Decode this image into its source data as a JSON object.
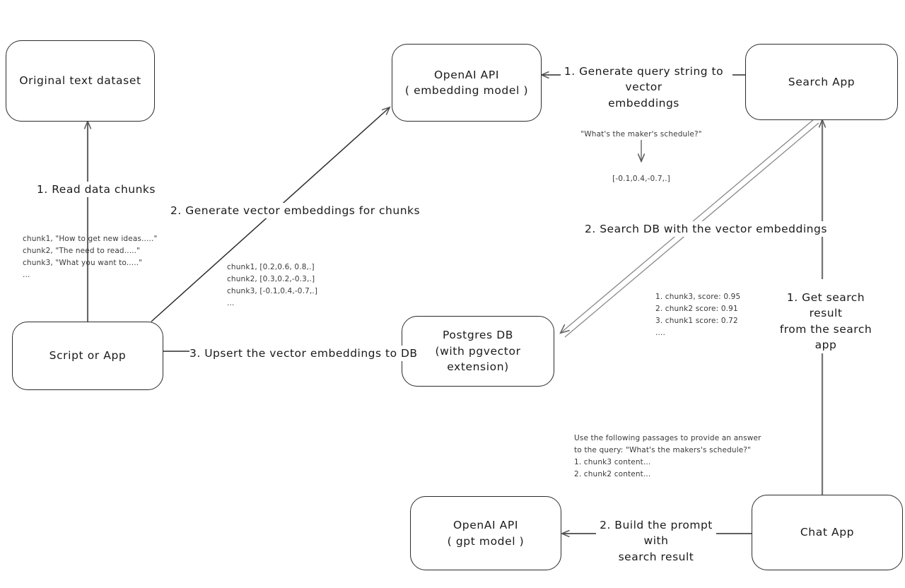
{
  "diagram": {
    "title": "Vector search / RAG pipeline",
    "stroke_color": "#2b2b2b",
    "text_color": "#1a1a1a",
    "annotation_color": "#3a3a3a",
    "background": "#ffffff"
  },
  "nodes": {
    "original_dataset": {
      "label": "Original text dataset"
    },
    "script_or_app": {
      "label": "Script or App"
    },
    "openai_embedding": {
      "line1": "OpenAI API",
      "line2": "( embedding model )"
    },
    "postgres_db": {
      "line1": "Postgres DB",
      "line2": "(with pgvector extension)"
    },
    "search_app": {
      "label": "Search App"
    },
    "chat_app": {
      "label": "Chat App"
    },
    "openai_gpt": {
      "line1": "OpenAI API",
      "line2": "( gpt model )"
    }
  },
  "edges": {
    "read_data_chunks": "1. Read data chunks",
    "generate_vector_embeddings": "2. Generate vector embeddings for chunks",
    "upsert_to_db": "3. Upsert the vector embeddings  to DB",
    "generate_query_embeddings": "1. Generate query string to vector\nembeddings",
    "search_db": "2. Search DB with the vector embeddings",
    "get_search_result": "1. Get search result\nfrom the search app",
    "build_prompt": "2. Build the prompt with\nsearch result"
  },
  "annotations": {
    "source_chunks": "chunk1, \"How to get new ideas.....\"\nchunk2, \"The need to read.....\"\nchunk3, \"What you want to.....\"\n...",
    "chunk_embeddings": "chunk1, [0.2,0.6, 0.8,.]\nchunk2, [0.3,0.2,-0.3,.]\nchunk3, [-0.1,0.4,-0.7,.]\n...",
    "query_string": "\"What's the maker's schedule?\"",
    "query_vector": "[-0.1,0.4,-0.7,.]",
    "search_results": "1. chunk3, score: 0.95\n2. chunk2 score: 0.91\n3. chunk1 score: 0.72\n....",
    "prompt_text": "Use the following passages to provide an answer\nto the query: \"What's the makers's schedule?\"\n1. chunk3 content...\n2. chunk2 content..."
  }
}
